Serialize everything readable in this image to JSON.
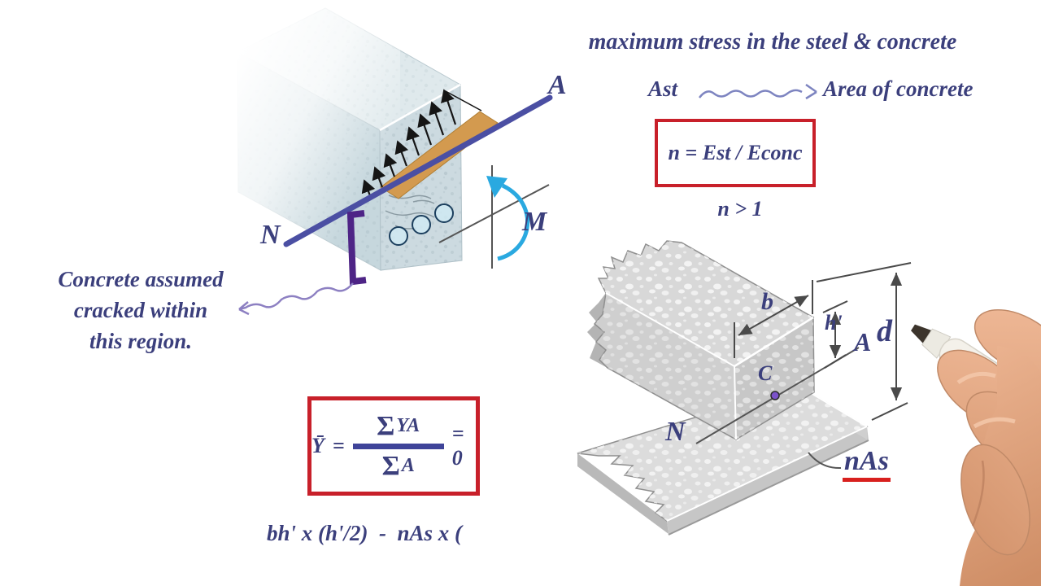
{
  "colors": {
    "ink": "#3b3f7c",
    "accent_red": "#c8202a",
    "neutral_axis_blue": "#4b4fa3",
    "bracket_purple": "#4e2486",
    "squiggle_purple": "#8d80c2",
    "moment_arrow_cyan": "#2aa9e0",
    "stress_wedge_orange": "#d39a4f"
  },
  "beam_figure": {
    "label_a": "A",
    "label_n": "N",
    "label_m": "M",
    "caption_line1": "Concrete assumed",
    "caption_line2": "cracked within",
    "caption_line3": "this region."
  },
  "notes": {
    "heading": "maximum stress in the steel & concrete",
    "ast_label": "Ast",
    "ast_points_to": "Area of concrete",
    "modular_ratio_formula": "n = Est / Econc",
    "modular_ratio_condition": "n > 1"
  },
  "section_figure": {
    "label_b": "b",
    "label_h_prime": "h'",
    "label_a": "A",
    "label_d": "d",
    "label_c": "C",
    "label_n": "N",
    "label_nas": "nAs"
  },
  "centroid_formula": {
    "y_bar": "Ȳ",
    "equals": "=",
    "sigma_top": "Σ",
    "numerator": "YA",
    "sigma_bottom": "Σ",
    "denominator": "A",
    "result": "= 0"
  },
  "working_line": "bh' x (h'/2)  -  nAs x ("
}
